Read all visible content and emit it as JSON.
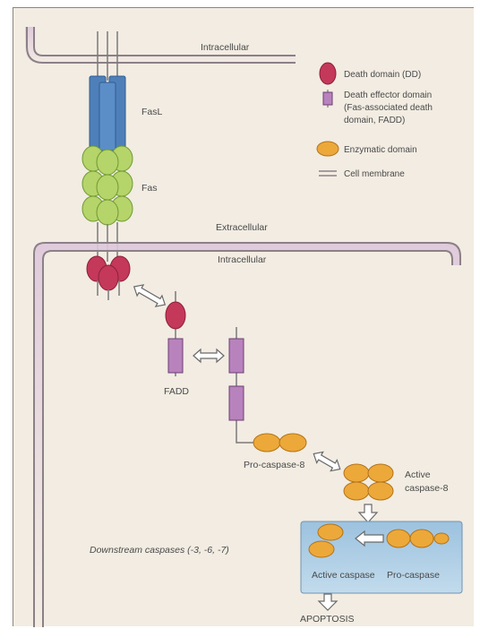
{
  "membrane_labels": {
    "top_intracellular": "Intracellular",
    "extracellular": "Extracellular",
    "lower_intracellular": "Intracellular"
  },
  "molecule_labels": {
    "fasl": "FasL",
    "fas": "Fas",
    "fadd": "FADD",
    "pro_caspase_8": "Pro-caspase-8",
    "active_caspase_8_line1": "Active",
    "active_caspase_8_line2": "caspase-8",
    "downstream_caspases": "Downstream caspases (-3, -6, -7)",
    "active_caspase": "Active caspase",
    "pro_caspase": "Pro-caspase",
    "apoptosis": "APOPTOSIS"
  },
  "legend": {
    "death_domain": "Death domain (DD)",
    "death_effector_line1": "Death effector domain",
    "death_effector_line2": "(Fas-associated death",
    "death_effector_line3": "domain, FADD)",
    "enzymatic_domain": "Enzymatic domain",
    "cell_membrane": "Cell membrane"
  },
  "colors": {
    "background": "#f2ece2",
    "membrane_fill": "#e7d6e3",
    "membrane_line": "#8c8088",
    "fasl_blue": "#4f7fb8",
    "fas_green": "#b5d46a",
    "death_domain_red": "#c4385a",
    "death_effector_purple": "#b882bd",
    "enzymatic_orange": "#eda83a",
    "caspase_box_blue": "#a9cbe3"
  }
}
